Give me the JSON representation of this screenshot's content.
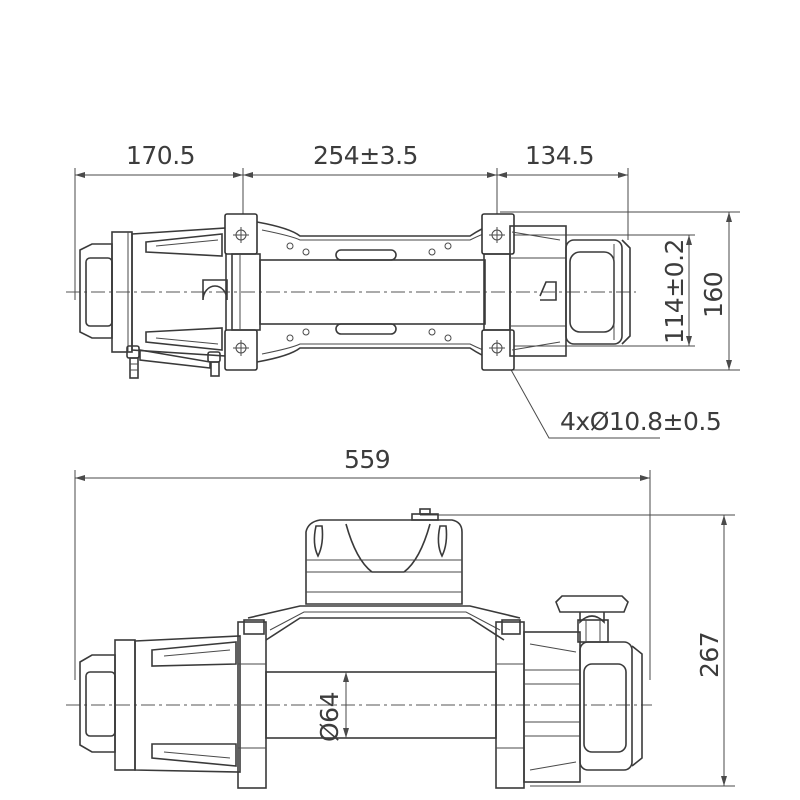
{
  "drawing": {
    "type": "mechanical dimension drawing",
    "subject": "electric winch",
    "views": [
      "top view",
      "front view"
    ],
    "line_color": "#3a3a3a",
    "background": "#ffffff"
  },
  "top_view": {
    "dimensions": {
      "left_length": "170.5",
      "mount_spacing": "254±3.5",
      "right_length": "134.5",
      "mount_width": "114±0.2",
      "overall_width": "160",
      "mount_holes": "4xØ10.8±0.5"
    }
  },
  "front_view": {
    "dimensions": {
      "overall_length": "559",
      "overall_height": "267",
      "drum_diameter": "Ø64"
    }
  }
}
